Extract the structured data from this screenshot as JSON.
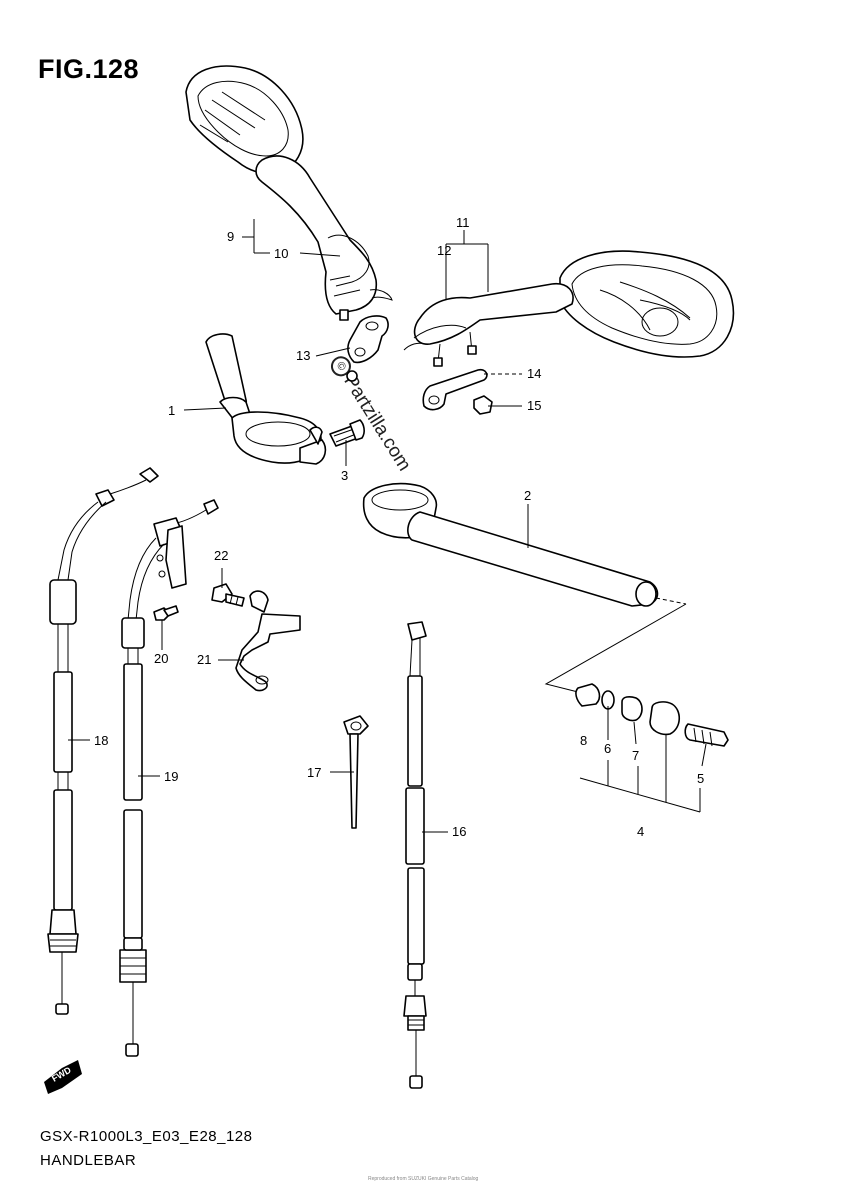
{
  "figure": {
    "title": "FIG.128",
    "model_code": "GSX-R1000L3_E03_E28_128",
    "section_name": "HANDLEBAR",
    "watermark": "Partzilla.com",
    "watermark_symbol": "©",
    "direction_badge": "FWD",
    "footer_note": "Reproduced from SUZUKI Genuine Parts Catalog"
  },
  "callouts": [
    {
      "id": "c1",
      "label": "1"
    },
    {
      "id": "c2",
      "label": "2"
    },
    {
      "id": "c3",
      "label": "3"
    },
    {
      "id": "c4",
      "label": "4"
    },
    {
      "id": "c5",
      "label": "5"
    },
    {
      "id": "c6",
      "label": "6"
    },
    {
      "id": "c7",
      "label": "7"
    },
    {
      "id": "c8",
      "label": "8"
    },
    {
      "id": "c9",
      "label": "9"
    },
    {
      "id": "c10",
      "label": "10"
    },
    {
      "id": "c11",
      "label": "11"
    },
    {
      "id": "c12",
      "label": "12"
    },
    {
      "id": "c13",
      "label": "13"
    },
    {
      "id": "c14",
      "label": "14"
    },
    {
      "id": "c15",
      "label": "15"
    },
    {
      "id": "c16",
      "label": "16"
    },
    {
      "id": "c17",
      "label": "17"
    },
    {
      "id": "c18",
      "label": "18"
    },
    {
      "id": "c19",
      "label": "19"
    },
    {
      "id": "c20",
      "label": "20"
    },
    {
      "id": "c21",
      "label": "21"
    },
    {
      "id": "c22",
      "label": "22"
    }
  ]
}
